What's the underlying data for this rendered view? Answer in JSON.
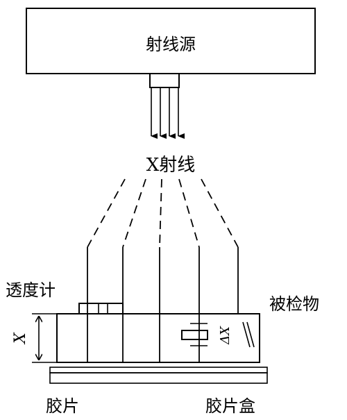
{
  "labels": {
    "source": "射线源",
    "xray_prefix": "X",
    "xray_suffix": "射线",
    "penetrameter": "透度计",
    "specimen": "被检物",
    "film": "胶片",
    "cassette": "胶片盒",
    "thickness_symbol": "X",
    "delta_symbol": "ΔX"
  }
}
